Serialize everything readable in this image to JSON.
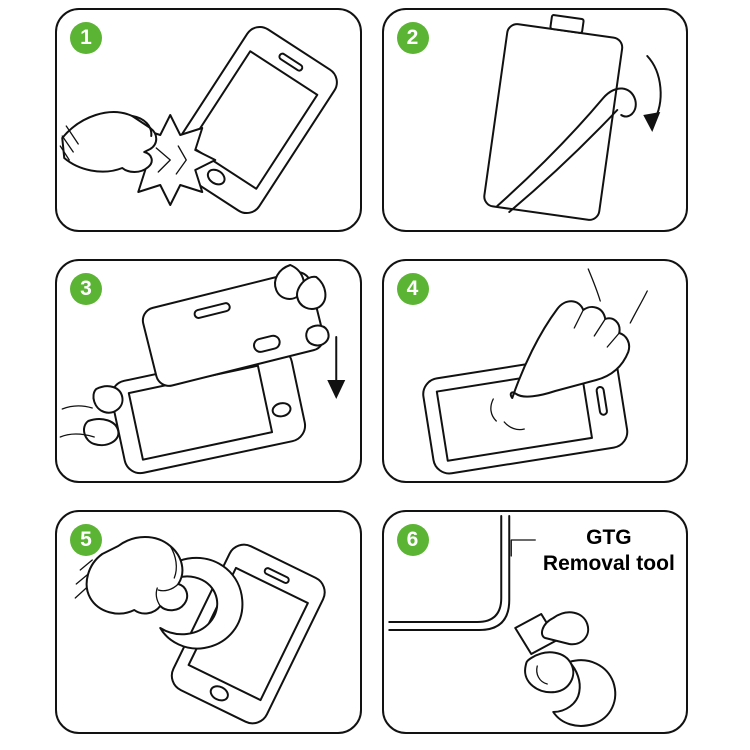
{
  "colors": {
    "step_badge": "#5cb434",
    "line_art": "#111111",
    "panel_border": "#121212",
    "background": "#ffffff",
    "annotation_text": "#000000"
  },
  "steps": [
    {
      "number": "1",
      "illustration": "wipe-phone-screen-with-cleaning-cloth"
    },
    {
      "number": "2",
      "illustration": "peel-protective-film-from-tempered-glass"
    },
    {
      "number": "3",
      "illustration": "align-tempered-glass-over-phone"
    },
    {
      "number": "4",
      "illustration": "press-center-of-screen-with-finger"
    },
    {
      "number": "5",
      "illustration": "smooth-surface-with-cloth"
    },
    {
      "number": "6",
      "illustration": "lift-corner-with-removal-tool",
      "annotation": {
        "line1": "GTG",
        "line2": "Removal tool"
      }
    }
  ]
}
